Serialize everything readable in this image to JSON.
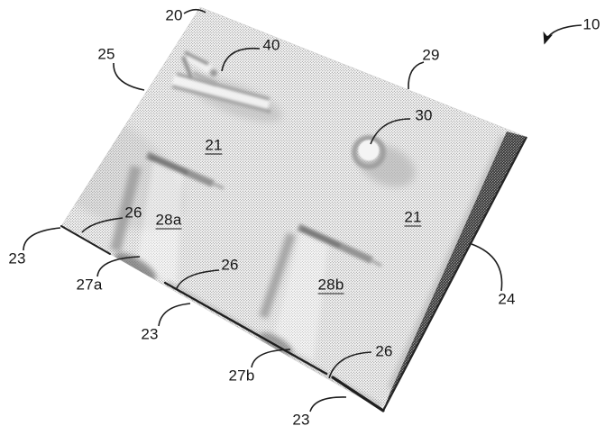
{
  "figure": {
    "kind": "patent-style perspective drawing of a plate assembly",
    "palette": {
      "background": "#ffffff",
      "line": "#1d1d1d",
      "surface_halftone_dot": "#8f8f8f",
      "side_face_dark": "#2e2e2e",
      "shadow_gray": "#9a9a9a"
    }
  },
  "callouts": [
    {
      "text": "10",
      "underlined": false
    },
    {
      "text": "20",
      "underlined": false
    },
    {
      "text": "25",
      "underlined": false
    },
    {
      "text": "40",
      "underlined": false
    },
    {
      "text": "29",
      "underlined": false
    },
    {
      "text": "30",
      "underlined": false
    },
    {
      "text": "21",
      "underlined": true
    },
    {
      "text": "21",
      "underlined": true
    },
    {
      "text": "26",
      "underlined": false
    },
    {
      "text": "28a",
      "underlined": true
    },
    {
      "text": "23",
      "underlined": false
    },
    {
      "text": "27a",
      "underlined": false
    },
    {
      "text": "26",
      "underlined": false
    },
    {
      "text": "23",
      "underlined": false
    },
    {
      "text": "28b",
      "underlined": true
    },
    {
      "text": "27b",
      "underlined": false
    },
    {
      "text": "24",
      "underlined": false
    },
    {
      "text": "26",
      "underlined": false
    },
    {
      "text": "23",
      "underlined": false
    }
  ]
}
